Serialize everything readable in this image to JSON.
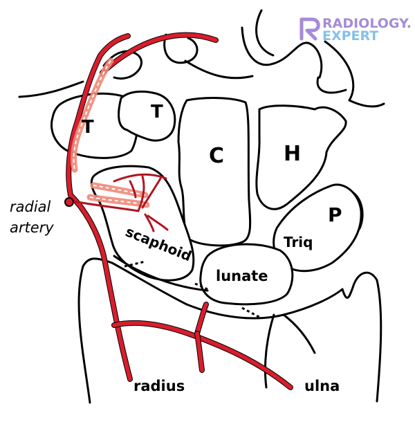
{
  "logo": {
    "line1": "RADIOLOGY.",
    "line2": "EXPERT"
  },
  "labels": {
    "trapezium": "T",
    "trapezoid": "T",
    "capitate": "C",
    "hamate": "H",
    "pisiform": "P",
    "triquetrum": "Triq",
    "lunate": "lunate",
    "scaphoid": "scaphoid",
    "radius": "radius",
    "ulna": "ulna",
    "radial_artery_1": "radial",
    "radial_artery_2": "artery"
  },
  "colors": {
    "artery": "#d81e2c",
    "outline": "#000000",
    "logo_purple": "#a58bd8",
    "logo_blue": "#86c2e4"
  }
}
